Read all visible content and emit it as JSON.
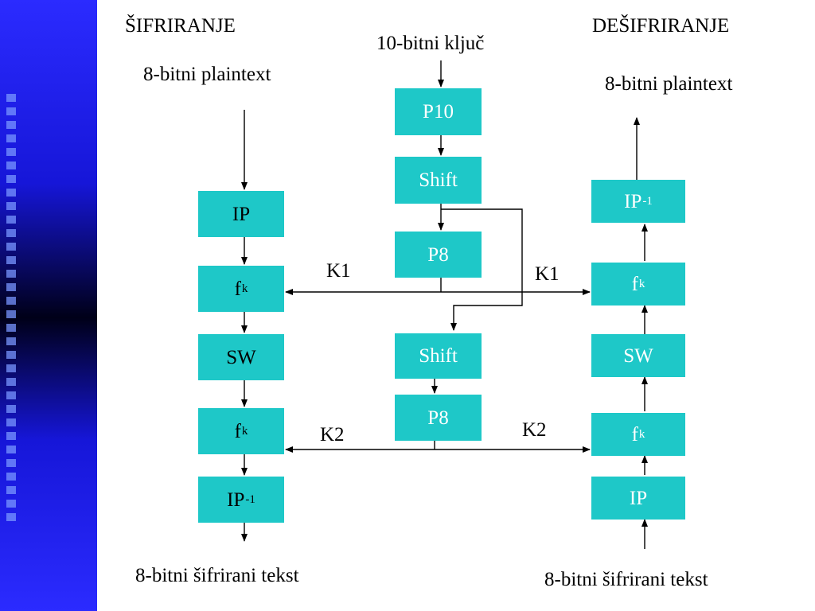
{
  "colors": {
    "box_fill": "#1ec8c8",
    "sidebar": "#2b2bff"
  },
  "headings": {
    "encryption": "ŠIFRIRANJE",
    "decryption": "DEŠIFRIRANJE"
  },
  "key": {
    "label": "10-bitni ključ"
  },
  "encryption": {
    "input": "8-bitni plaintext",
    "output": "8-bitni šifrirani tekst",
    "boxes": {
      "ip": "IP",
      "fk1_base": "f",
      "fk1_sub": "k",
      "sw": "SW",
      "fk2_base": "f",
      "fk2_sub": "k",
      "ipinv_base": "IP",
      "ipinv_sup": "-1"
    }
  },
  "key_schedule": {
    "p10": "P10",
    "shift1": "Shift",
    "p8a": "P8",
    "shift2": "Shift",
    "p8b": "P8",
    "k1_left": "K1",
    "k1_right": "K1",
    "k2_left": "K2",
    "k2_right": "K2"
  },
  "decryption": {
    "input": "8-bitni šifrirani tekst",
    "output": "8-bitni plaintext",
    "boxes": {
      "ipinv_base": "IP",
      "ipinv_sup": "-1",
      "fk1_base": "f",
      "fk1_sub": "k",
      "sw": "SW",
      "fk2_base": "f",
      "fk2_sub": "k",
      "ip": "IP"
    }
  }
}
